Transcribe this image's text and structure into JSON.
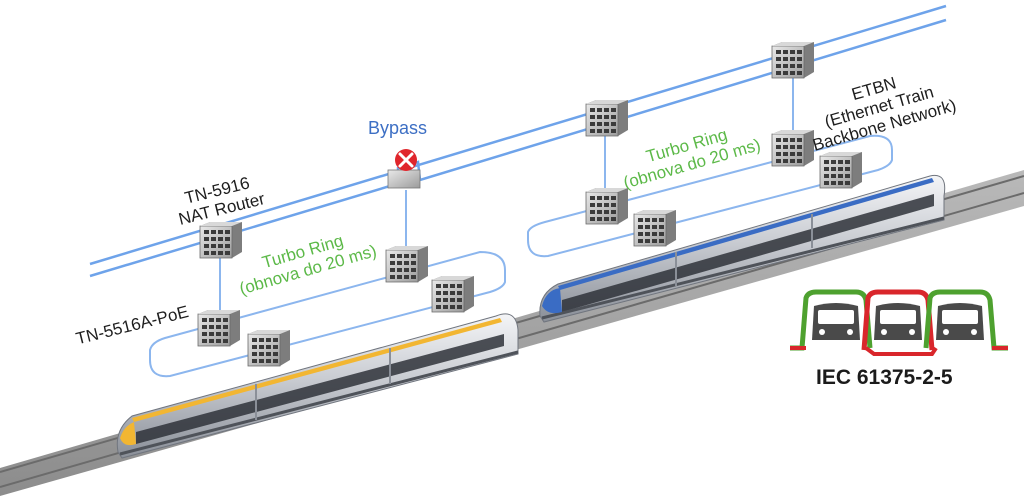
{
  "labels": {
    "bypass": "Bypass",
    "tn5916_line1": "TN-5916",
    "tn5916_line2": "NAT Router",
    "tn5516": "TN-5516A-PoE",
    "ring_left_line1": "Turbo Ring",
    "ring_left_line2": "(obnova do 20 ms)",
    "ring_right_line1": "Turbo Ring",
    "ring_right_line2": "(obnova do 20 ms)",
    "etbn_line1": "ETBN",
    "etbn_line2": "(Ethernet Train",
    "etbn_line3": "Backbone Network)",
    "standard": "IEC 61375-2-5"
  },
  "colors": {
    "backbone": "#6ea3ea",
    "ring": "#8cb6ee",
    "ring_text": "#5cb948",
    "bypass_text": "#3d6fc4",
    "bypass_cross": "#e0262c",
    "train_stripe_left": "#f2b632",
    "train_stripe_right": "#3a6cc4",
    "logo_green": "#4ea12f",
    "logo_red": "#d9262b"
  },
  "icons": [
    "switch-device",
    "bypass-cross-icon",
    "train-car-icon"
  ]
}
